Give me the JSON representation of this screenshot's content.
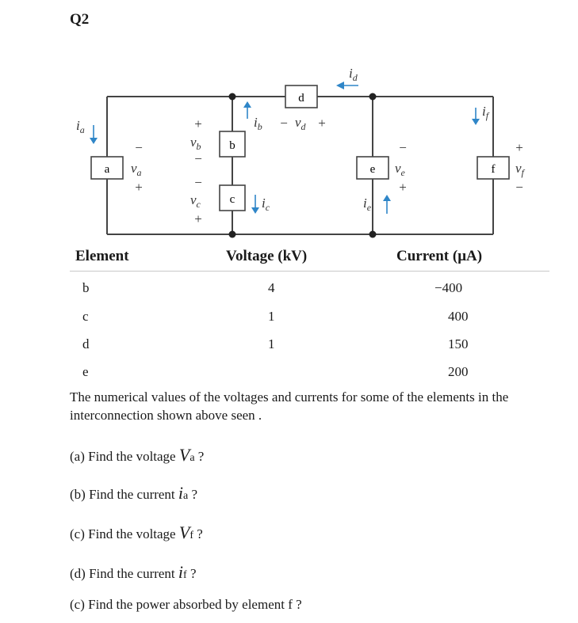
{
  "question_label": "Q2",
  "circuit": {
    "elements": [
      "a",
      "b",
      "c",
      "d",
      "e",
      "f"
    ],
    "labels": {
      "ia": "i",
      "ia_sub": "a",
      "ib": "i",
      "ib_sub": "b",
      "ic": "i",
      "ic_sub": "c",
      "id": "i",
      "id_sub": "d",
      "ie": "i",
      "ie_sub": "e",
      "if": "i",
      "if_sub": "f",
      "va": "v",
      "va_sub": "a",
      "vb": "v",
      "vb_sub": "b",
      "vc": "v",
      "vc_sub": "c",
      "vd": "v",
      "vd_sub": "d",
      "ve": "v",
      "ve_sub": "e",
      "vf": "v",
      "vf_sub": "f"
    },
    "wire_color": "#444444",
    "arrow_color": "#2f86c8"
  },
  "table": {
    "headers": [
      "Element",
      "Voltage (kV)",
      "Current (μA)"
    ],
    "rows": [
      {
        "element": "b",
        "voltage": "4",
        "current": "−400"
      },
      {
        "element": "c",
        "voltage": "1",
        "current": "400"
      },
      {
        "element": "d",
        "voltage": "1",
        "current": "150"
      },
      {
        "element": "e",
        "voltage": "",
        "current": "200"
      }
    ]
  },
  "description": "The numerical values of the voltages and currents for some of the elements  in the interconnection shown above seen .",
  "questions": [
    {
      "prefix": "(a) Find the voltage ",
      "symbol": "V",
      "sub": "a",
      "suffix": " ?"
    },
    {
      "prefix": "(b) Find the current ",
      "symbol": "i",
      "sub": "a",
      "suffix": " ?"
    },
    {
      "prefix": "(c) Find the voltage ",
      "symbol": "V",
      "sub": "f",
      "suffix": " ?"
    },
    {
      "prefix": "(d) Find the current ",
      "symbol": "i",
      "sub": "f",
      "suffix": " ?"
    },
    {
      "prefix": "(c) Find the power absorbed by element f ?",
      "symbol": "",
      "sub": "",
      "suffix": ""
    }
  ]
}
